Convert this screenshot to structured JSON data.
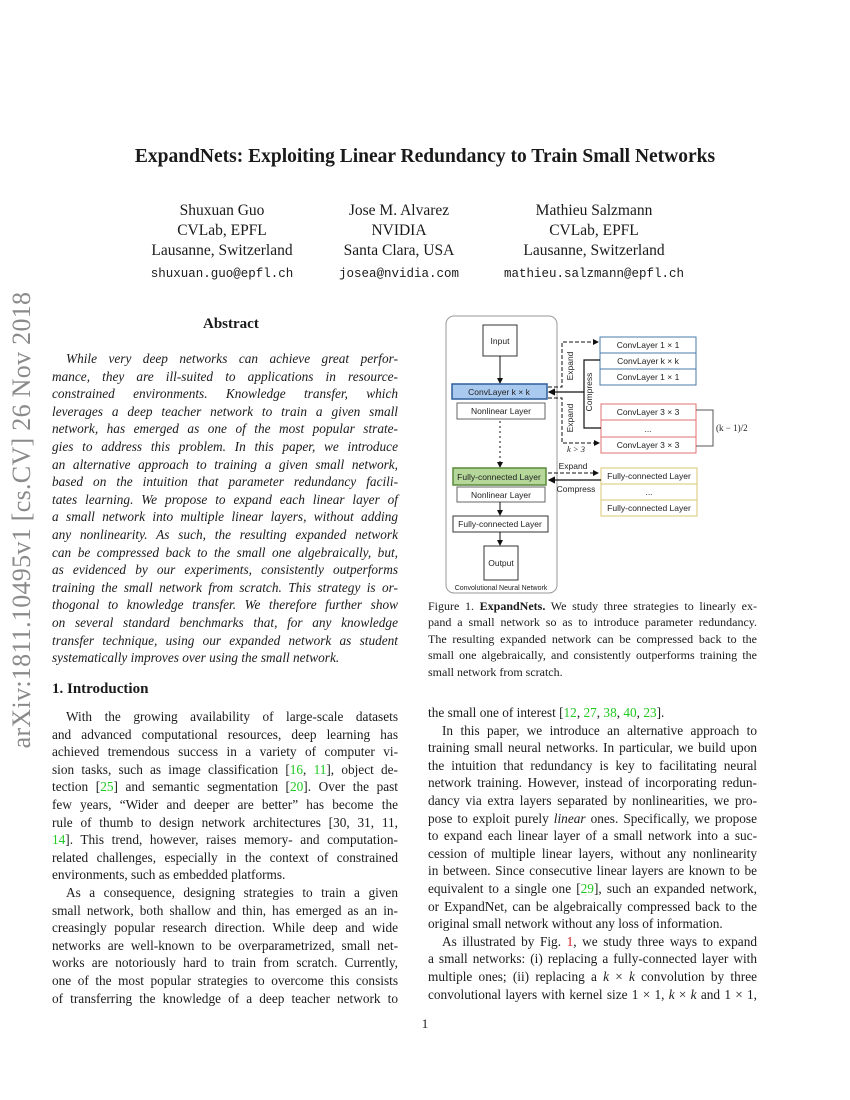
{
  "arxiv_stamp": "arXiv:1811.10495v1  [cs.CV]  26 Nov 2018",
  "title": "ExpandNets: Exploiting Linear Redundancy to Train Small Networks",
  "authors": [
    {
      "name": "Shuxuan Guo",
      "affiliation": "CVLab, EPFL",
      "location": "Lausanne, Switzerland",
      "email": "shuxuan.guo@epfl.ch"
    },
    {
      "name": "Jose M. Alvarez",
      "affiliation": "NVIDIA",
      "location": "Santa Clara, USA",
      "email": "josea@nvidia.com"
    },
    {
      "name": "Mathieu Salzmann",
      "affiliation": "CVLab, EPFL",
      "location": "Lausanne, Switzerland",
      "email": "mathieu.salzmann@epfl.ch"
    }
  ],
  "abstract": {
    "heading": "Abstract",
    "lines": [
      "While very deep networks can achieve great perfor-",
      "mance, they are ill-suited to applications in resource-",
      "constrained environments.   Knowledge transfer, which",
      "leverages a deep teacher network to train a given small",
      "network, has emerged as one of the most popular strate-",
      "gies to address this problem.  In this paper, we introduce",
      "an alternative approach to training a given small network,",
      "based on the intuition that parameter redundancy facili-",
      "tates learning.  We propose to expand each linear layer of",
      "a small network into multiple linear layers, without adding",
      "any nonlinearity.  As such, the resulting expanded network",
      "can be compressed back to the small one algebraically, but,",
      "as evidenced by our experiments, consistently outperforms",
      "training the small network from scratch. This strategy is or-",
      "thogonal to knowledge transfer.  We therefore further show",
      "on several standard benchmarks that, for any knowledge",
      "transfer technique, using our expanded network as student",
      "systematically improves over using the small network."
    ]
  },
  "introduction": {
    "heading": "1. Introduction",
    "left_lines": [
      "With the growing availability of large-scale datasets",
      "and advanced computational resources, deep learning has",
      "achieved tremendous success in a variety of computer vi-",
      "sion tasks, such as image classification [16, 11], object de-",
      "tection [25] and semantic segmentation [20]. Over the past",
      "few years, “Wider and deeper are better” has become the",
      "rule of thumb to design network architectures [30, 31, 11,",
      "14]. This trend, however, raises memory- and computation-",
      "related challenges, especially in the context of constrained",
      "environments, such as embedded platforms.",
      "As a consequence, designing strategies to train a given",
      "small network, both shallow and thin, has emerged as an in-",
      "creasingly popular research direction. While deep and wide",
      "networks are well-known to be overparametrized, small net-",
      "works are notoriously hard to train from scratch. Currently,",
      "one of the most popular strategies to overcome this consists",
      "of transferring the knowledge of a deep teacher network to"
    ],
    "right_lines": [
      "the small one of interest [12, 27, 38, 40, 23].",
      "In this paper, we introduce an alternative approach to",
      "training small neural networks. In particular, we build upon",
      "the intuition that redundancy is key to facilitating neural",
      "network training. However, instead of incorporating redun-",
      "dancy via extra layers separated by nonlinearities, we pro-",
      "pose to exploit purely linear ones. Specifically, we propose",
      "to expand each linear layer of a small network into a suc-",
      "cession of multiple linear layers, without any nonlinearity",
      "in between. Since consecutive linear layers are known to be",
      "equivalent to a single one [29], such an expanded network,",
      "or ExpandNet, can be algebraically compressed back to the",
      "original small network without any loss of information.",
      "As illustrated by Fig. 1, we study three ways to expand",
      "a small networks: (i) replacing a fully-connected layer with",
      "multiple ones; (ii) replacing a k × k convolution by three",
      "convolutional layers with kernel size 1 × 1, k × k and 1 × 1,"
    ]
  },
  "figure": {
    "input": "Input",
    "conv_kxk": "ConvLayer k × k",
    "nonlinear": "Nonlinear Layer",
    "fc": "Fully-connected Layer",
    "output": "Output",
    "cnn_label": "Convolutional Neural Network",
    "expand": "Expand",
    "compress": "Compress",
    "k_gt_3": "k > 3",
    "blue_stack": [
      "ConvLayer 1 × 1",
      "ConvLayer k × k",
      "ConvLayer 1 × 1"
    ],
    "red_stack": [
      "ConvLayer 3 × 3",
      "...",
      "ConvLayer 3 × 3"
    ],
    "yellow_stack": [
      "Fully-connected Layer",
      "...",
      "Fully-connected Layer"
    ],
    "repeat_label": "(k − 1)/2",
    "colors": {
      "conv_fill": "#a9c9ef",
      "conv_stroke": "#2f5f9a",
      "fc_fill": "#b5d89a",
      "fc_stroke": "#5a8a3a",
      "blue_stack": "#4a78a8",
      "red_stack": "#e07070",
      "yellow_stack": "#d8c870"
    }
  },
  "caption": {
    "lines": [
      "Figure 1. ExpandNets.  We study three strategies to linearly ex-",
      "pand a small network so as to introduce parameter redundancy.",
      "The resulting expanded network can be compressed back to the",
      "small one algebraically, and consistently outperforms training the",
      "small network from scratch."
    ]
  },
  "page_number": "1",
  "colors": {
    "citation": "#22c922",
    "arxiv_stamp": "#8a8a8a"
  }
}
